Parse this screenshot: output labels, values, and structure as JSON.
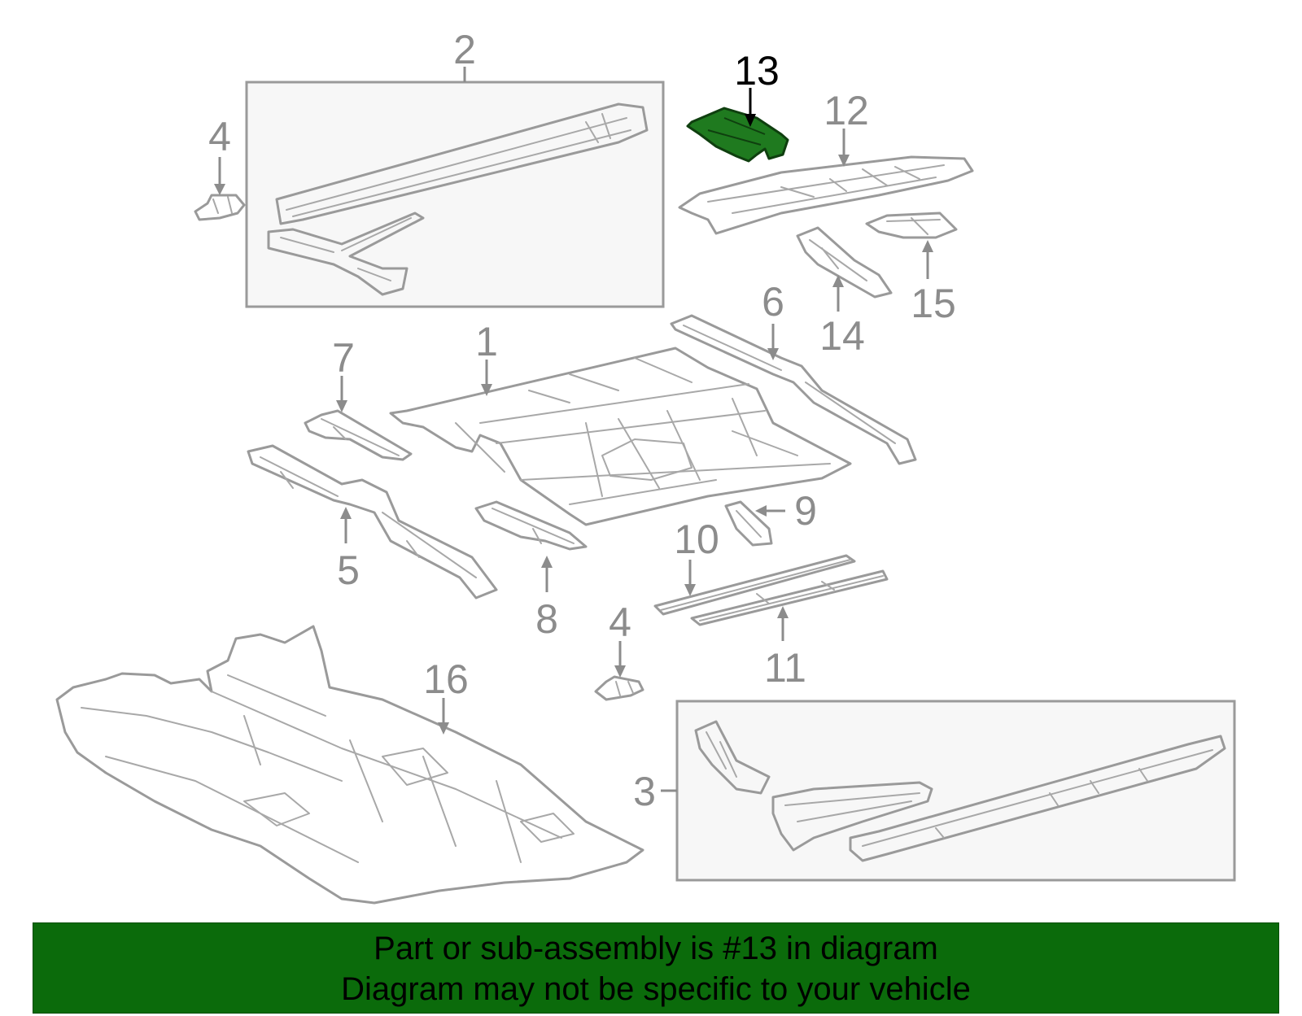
{
  "diagram": {
    "callouts": {
      "c1": "1",
      "c2": "2",
      "c3": "3",
      "c4a": "4",
      "c4b": "4",
      "c5": "5",
      "c6": "6",
      "c7": "7",
      "c8": "8",
      "c9": "9",
      "c10": "10",
      "c11": "11",
      "c12": "12",
      "c13": "13",
      "c14": "14",
      "c15": "15",
      "c16": "16"
    },
    "highlighted_part": "13",
    "highlight_color": "#1f7a1f",
    "line_color": "#9a9a9a"
  },
  "banner": {
    "line1": "Part or sub-assembly is #13 in diagram",
    "line2": "Diagram may not be specific to your vehicle",
    "background": "#0b6b0b"
  }
}
